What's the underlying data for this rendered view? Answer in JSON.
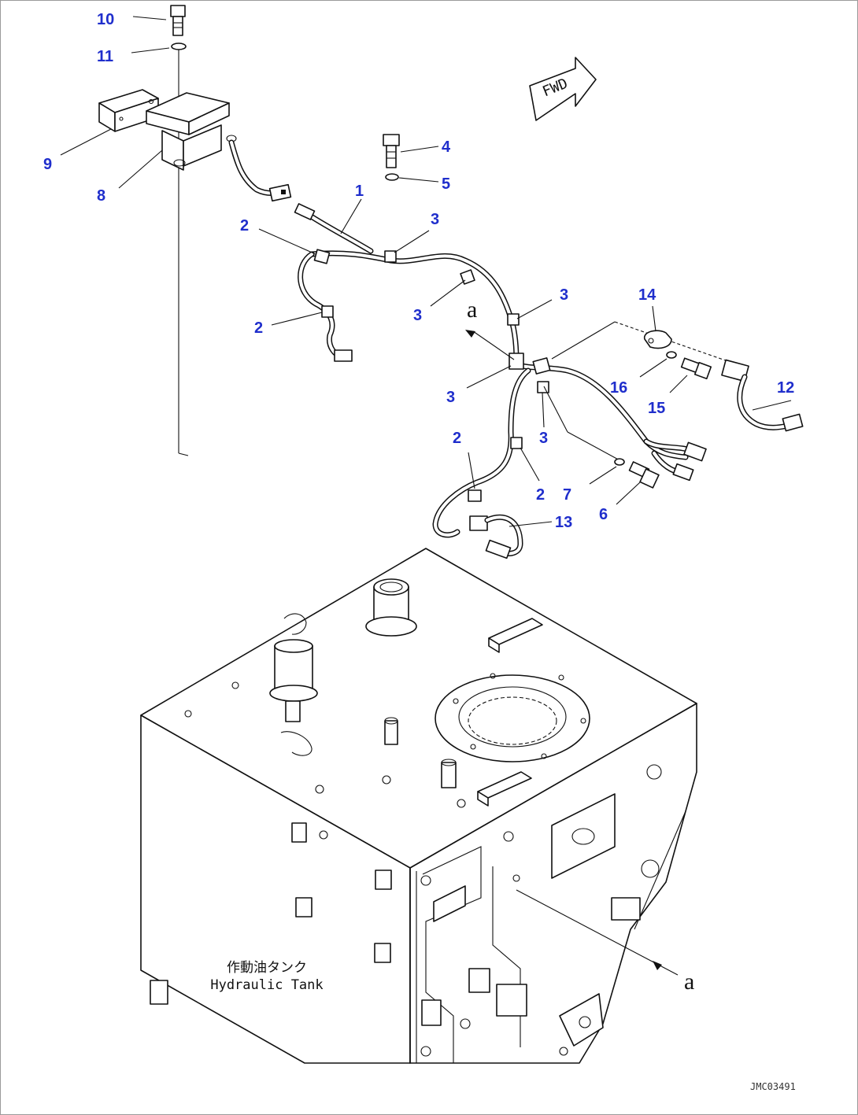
{
  "callouts": [
    "1",
    "2",
    "3",
    "4",
    "5",
    "6",
    "7",
    "8",
    "9",
    "10",
    "11",
    "12",
    "13",
    "14",
    "15",
    "16"
  ],
  "view_marker": "a",
  "direction_label": "FWD",
  "tank_label": {
    "japanese": "作動油タンク",
    "english": "Hydraulic Tank"
  },
  "drawing_code": "JMC03491",
  "colors": {
    "callout": "#1f2ecc",
    "line": "#111111",
    "border": "#9a9a9a"
  }
}
